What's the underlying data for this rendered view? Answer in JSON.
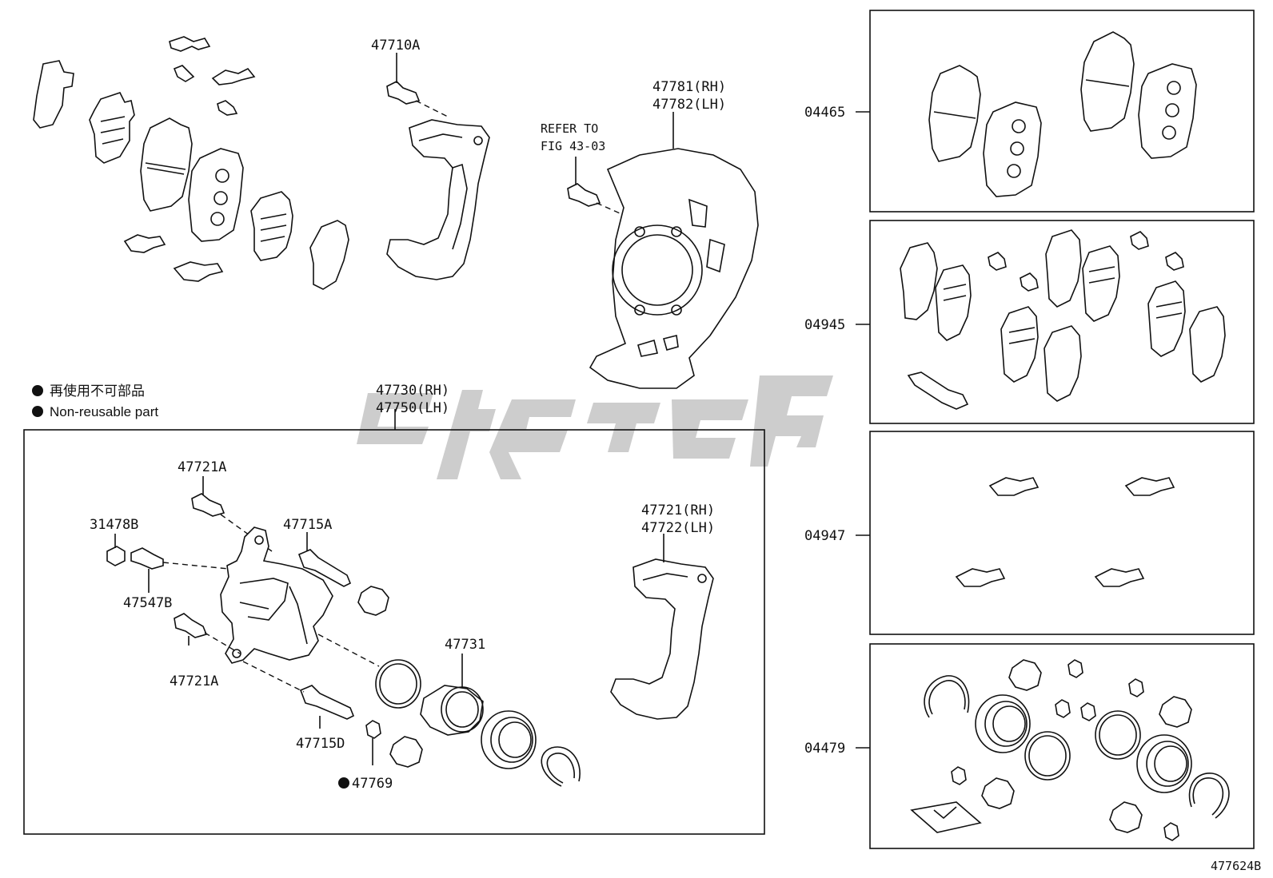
{
  "labels": {
    "l47710A": "47710A",
    "l47781": "47781(RH)",
    "l47782": "47782(LH)",
    "refer1": "REFER TO",
    "refer2": "FIG 43-03",
    "l47730": "47730(RH)",
    "l47750": "47750(LH)",
    "l47721A_top": "47721A",
    "l31478B": "31478B",
    "l47715A": "47715A",
    "l47547B": "47547B",
    "l47721A_bot": "47721A",
    "l47731": "47731",
    "l47721RH": "47721(RH)",
    "l47722LH": "47722(LH)",
    "l47715D": "47715D",
    "l47769": "47769"
  },
  "legend": {
    "jp": "再使用不可部品",
    "en": "Non-reusable part"
  },
  "kits": {
    "k04465": "04465",
    "k04945": "04945",
    "k04947": "04947",
    "k04479": "04479"
  },
  "figure_code": "477624B",
  "colors": {
    "line": "#111111",
    "watermark": "#c4c4c4",
    "background": "#ffffff"
  }
}
